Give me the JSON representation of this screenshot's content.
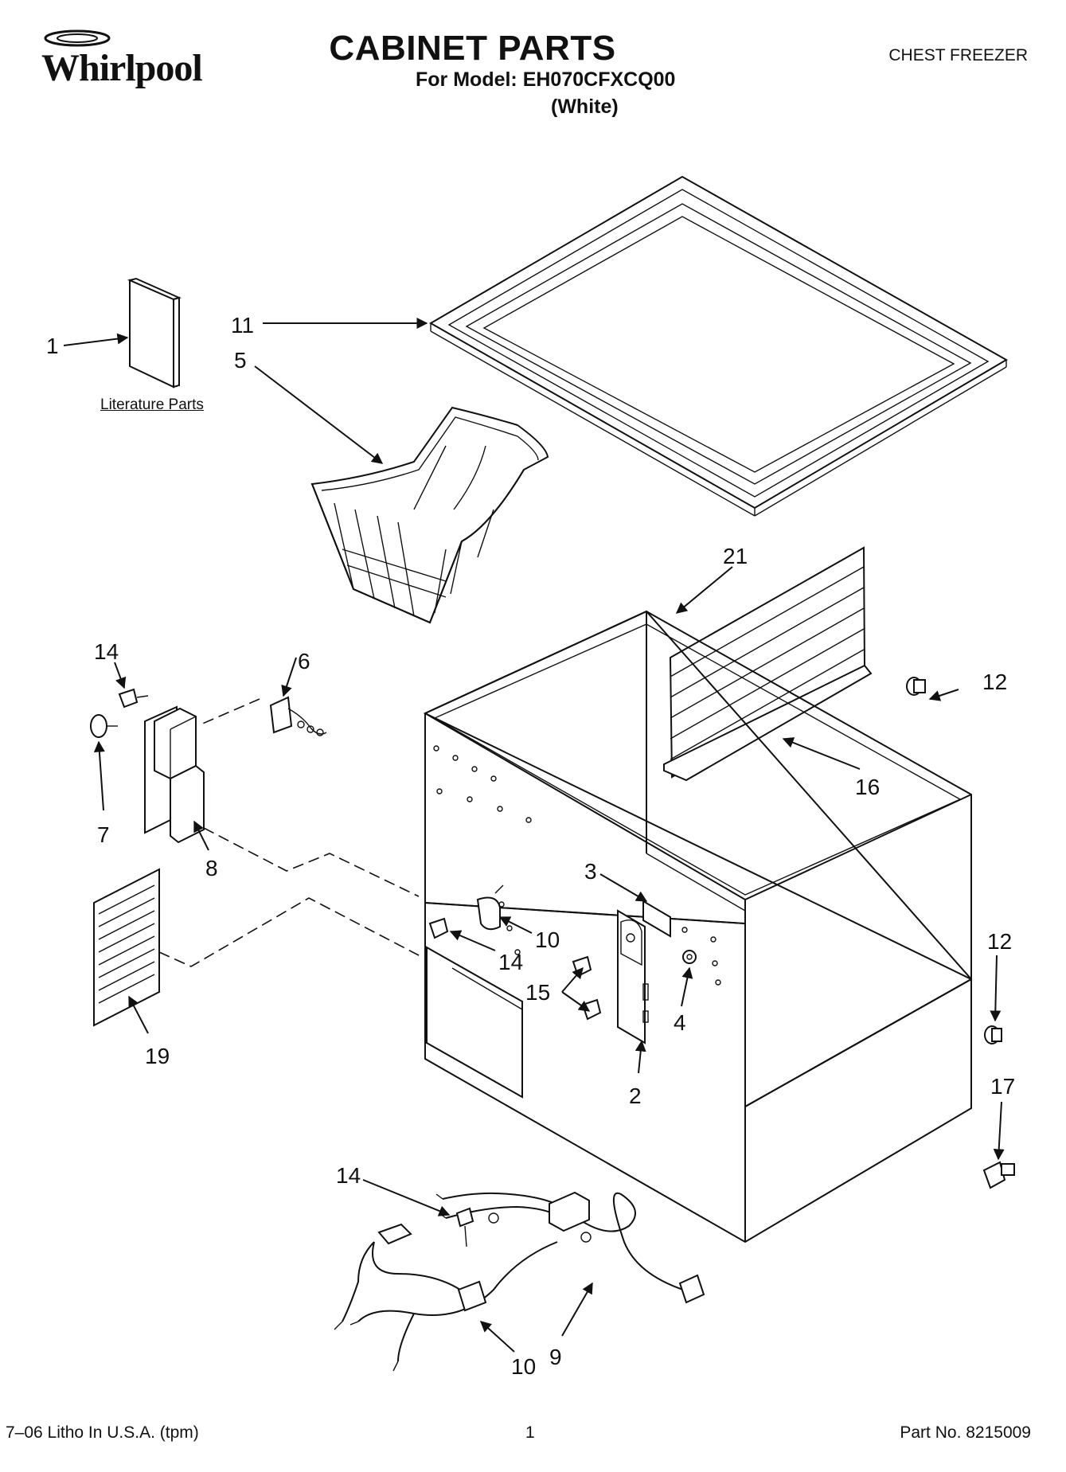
{
  "header": {
    "brand": "Whirlpool",
    "title": "CABINET PARTS",
    "model_line": "For Model: EH070CFXCQ00",
    "color_line": "(White)",
    "appliance_type": "CHEST FREEZER"
  },
  "literature_label": "Literature Parts",
  "callouts": [
    "1",
    "11",
    "5",
    "21",
    "14",
    "6",
    "12",
    "16",
    "7",
    "8",
    "3",
    "10",
    "14",
    "12",
    "15",
    "4",
    "19",
    "2",
    "17",
    "14",
    "10",
    "9"
  ],
  "footer": {
    "left": "7–06 Litho In U.S.A. (tpm)",
    "page": "1",
    "part_no": "Part No. 8215009"
  }
}
